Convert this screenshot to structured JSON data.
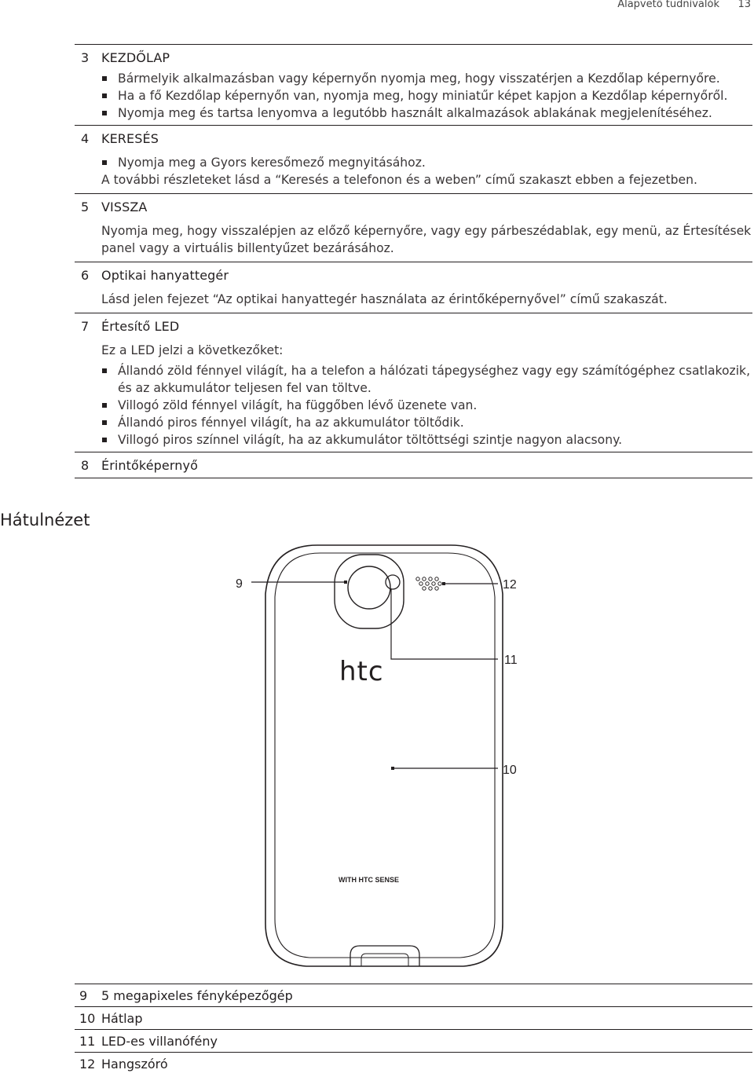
{
  "header": {
    "section": "Alapvető tudnivalók",
    "page": "13"
  },
  "rows": [
    {
      "num": "3",
      "title": "KEZDŐLAP",
      "para": "",
      "bullets": [
        "Bármelyik alkalmazásban vagy képernyőn nyomja meg, hogy visszatérjen a Kezdőlap képernyőre.",
        "Ha a fő Kezdőlap képernyőn van, nyomja meg, hogy miniatűr képet kapjon a Kezdőlap képernyőről.",
        "Nyomja meg és tartsa lenyomva a legutóbb használt alkalmazások ablakának megjelenítéséhez."
      ]
    },
    {
      "num": "4",
      "title": "KERESÉS",
      "bullets": [
        "Nyomja meg a Gyors keresőmező megnyitásához."
      ],
      "para_after": "A további részleteket lásd a “Keresés a telefonon és a weben” című szakaszt ebben a fejezetben."
    },
    {
      "num": "5",
      "title": "VISSZA",
      "para": "Nyomja meg, hogy visszalépjen az előző képernyőre, vagy egy párbeszédablak, egy menü, az Értesítések panel vagy a virtuális billentyűzet bezárásához."
    },
    {
      "num": "6",
      "title": "Optikai hanyattegér",
      "para": "Lásd jelen fejezet “Az optikai hanyattegér használata az érintőképernyővel” című szakaszát."
    },
    {
      "num": "7",
      "title": "Értesítő LED",
      "para": "Ez a LED jelzi a következőket:",
      "bullets": [
        "Állandó zöld fénnyel világít, ha a telefon a hálózati tápegységhez vagy egy számítógéphez csatlakozik, és az akkumulátor teljesen fel van töltve.",
        "Villogó zöld fénnyel világít, ha függőben lévő üzenete van.",
        "Állandó piros fénnyel világít, ha az akkumulátor töltődik.",
        "Villogó piros színnel világít, ha az akkumulátor töltöttségi szintje nagyon alacsony."
      ]
    },
    {
      "num": "8",
      "title": "Érintőképernyő"
    }
  ],
  "rear_view": {
    "heading": "Hátulnézet",
    "brand_logo": "htc",
    "brand_tagline": "WITH HTC SENSE",
    "callouts": {
      "camera": "9",
      "speaker": "12",
      "flash": "11",
      "back_cover": "10"
    }
  },
  "legend": [
    {
      "num": "9",
      "label": "5 megapixeles fényképezőgép"
    },
    {
      "num": "10",
      "label": "Hátlap"
    },
    {
      "num": "11",
      "label": "LED-es villanófény"
    },
    {
      "num": "12",
      "label": "Hangszóró"
    }
  ]
}
